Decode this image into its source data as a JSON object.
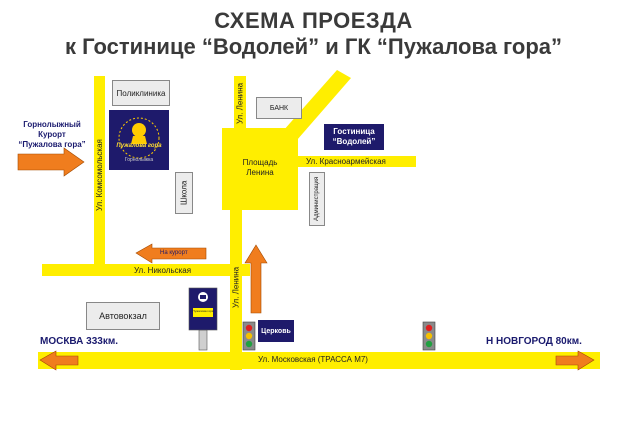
{
  "title": {
    "line1": "СХЕМА ПРОЕЗДА",
    "line2": "к Гостинице “Водолей” и ГК “Пужалова гора”"
  },
  "colors": {
    "road": "#ffee00",
    "arrow": "#f07d1e",
    "navy": "#1e1a6b",
    "building": "#ececec"
  },
  "resort": {
    "label_line1": "Горнолыжный",
    "label_line2": "Курорт",
    "label_line3": "“Пужалова гора”"
  },
  "destinations": {
    "moscow": "МОСКВА 333км.",
    "novgorod": "Н НОВГОРОД 80км."
  },
  "streets": {
    "komsomolskaya": "Ул. Комсомольская",
    "lenina_top": "Ул. Ленина",
    "lenina_bottom": "Ул. Ленина",
    "krasnoarmeyskaya": "Ул. Красноармейская",
    "nikolskaya": "Ул. Никольская",
    "moskovskaya": "Ул. Московская (ТРАССА М7)"
  },
  "places": {
    "poliklinika": "Поликлиника",
    "bank": "БАНК",
    "hotel_line1": "Гостиница",
    "hotel_line2": "“Водолей”",
    "square_line1": "Площадь",
    "square_line2": "Ленина",
    "shkola": "Школа",
    "administration": "Администрация",
    "church": "Церковь",
    "avtovokzal": "Автовокзал",
    "na_kurort": "На курорт",
    "logo_text1": "Пужалова",
    "logo_text2": "гора",
    "logo_subtext": "Горнолыжка",
    "sign_text": "Пужалова гора"
  }
}
